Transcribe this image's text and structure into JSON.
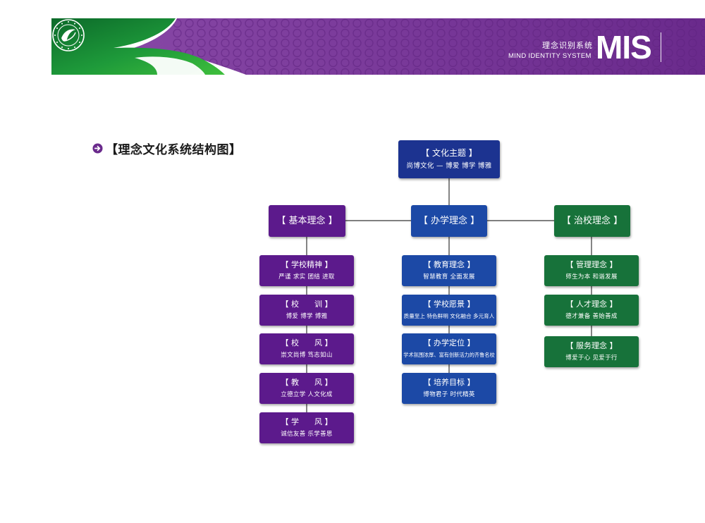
{
  "header": {
    "system_name_cn": "理念识别系统",
    "system_name_en": "MIND IDENTITY SYSTEM",
    "system_code": "MIS",
    "colors": {
      "purple": "#6a2a8c",
      "green": "#1e9a3a"
    }
  },
  "section": {
    "title": "【理念文化系统结构图】",
    "icon": "arrow-right-circle-icon"
  },
  "diagram": {
    "root": {
      "title": "【 文化主题 】",
      "text": "尚博文化 — 博爱  博学  博雅"
    },
    "columns": [
      {
        "title": "【 基本理念 】",
        "color": "#5c1a8c",
        "items": [
          {
            "title": "【 学校精神 】",
            "text": "严谨  求实  团结  进取"
          },
          {
            "title": "【 校　　训 】",
            "text": "博爱  博学  博雅"
          },
          {
            "title": "【 校　　风 】",
            "text": "崇文尚博    笃志如山"
          },
          {
            "title": "【 教　　风 】",
            "text": "立德立学    人文化成"
          },
          {
            "title": "【 学　　风 】",
            "text": "诚信友善    乐学善思"
          }
        ]
      },
      {
        "title": "【 办学理念 】",
        "color": "#1c49a6",
        "items": [
          {
            "title": "【 教育理念 】",
            "text": "智慧教育    全面发展"
          },
          {
            "title": "【 学校愿景 】",
            "text": "质量至上  特色鲜明  文化融合  多元育人"
          },
          {
            "title": "【 办学定位 】",
            "text": "学术氛围浓厚、富有创新活力的齐鲁名校"
          },
          {
            "title": "【 培养目标 】",
            "text": "博物君子    时代精英"
          }
        ]
      },
      {
        "title": "【 治校理念 】",
        "color": "#17723a",
        "items": [
          {
            "title": "【 管理理念 】",
            "text": "师生为本    和谐发展"
          },
          {
            "title": "【 人才理念 】",
            "text": "德才兼备    善始善成"
          },
          {
            "title": "【 服务理念 】",
            "text": "博爱于心    见爱于行"
          }
        ]
      }
    ]
  }
}
